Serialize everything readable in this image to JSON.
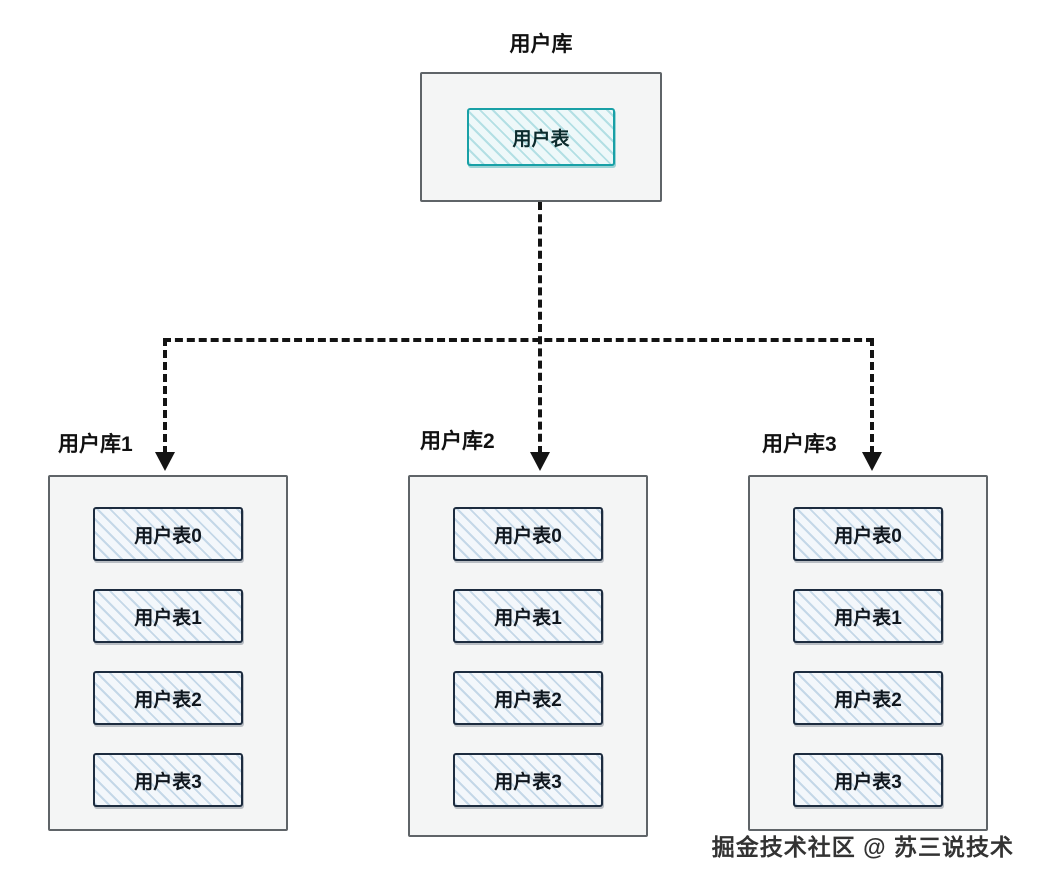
{
  "root_db": {
    "label": "用户库",
    "table_label": "用户表"
  },
  "shards": [
    {
      "label": "用户库1",
      "tables": [
        "用户表0",
        "用户表1",
        "用户表2",
        "用户表3"
      ]
    },
    {
      "label": "用户库2",
      "tables": [
        "用户表0",
        "用户表1",
        "用户表2",
        "用户表3"
      ]
    },
    {
      "label": "用户库3",
      "tables": [
        "用户表0",
        "用户表1",
        "用户表2",
        "用户表3"
      ]
    }
  ],
  "watermark": "掘金技术社区 @ 苏三说技术",
  "colors": {
    "root_table_border": "#18a0a6",
    "root_table_hatch": "#82cbd2",
    "shard_table_border": "#1d2c3f",
    "shard_table_hatch": "#96b8d4",
    "box_border": "#5f6468",
    "box_fill": "#f4f5f5",
    "connector": "#141414"
  }
}
